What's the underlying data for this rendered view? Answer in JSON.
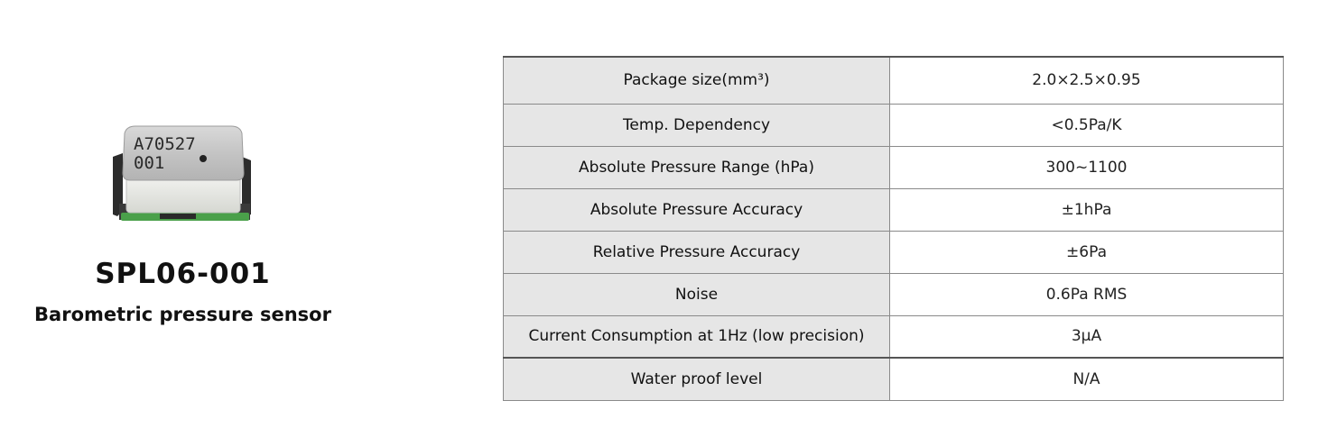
{
  "product": {
    "name": "SPL06-001",
    "subtitle": "Barometric pressure sensor",
    "chip_marking_line1": "A70527",
    "chip_marking_line2": "001"
  },
  "specs": [
    {
      "label": "Package size(mm³)",
      "value": "2.0×2.5×0.95"
    },
    {
      "label": "Temp. Dependency",
      "value": "<0.5Pa/K"
    },
    {
      "label": "Absolute Pressure Range  (hPa)",
      "value": "300~1100"
    },
    {
      "label": "Absolute Pressure Accuracy",
      "value": "±1hPa"
    },
    {
      "label": "Relative Pressure Accuracy",
      "value": "±6Pa"
    },
    {
      "label": "Noise",
      "value": "0.6Pa RMS"
    },
    {
      "label": "Current Consumption at 1Hz (low precision)",
      "value": "3μA"
    },
    {
      "label": "Water proof level",
      "value": "N/A"
    }
  ],
  "colors": {
    "label_cell_bg": "#e6e6e6",
    "value_cell_bg": "#ffffff",
    "border": "#8a8a8a",
    "chip_pcb": "#4aa04a"
  }
}
